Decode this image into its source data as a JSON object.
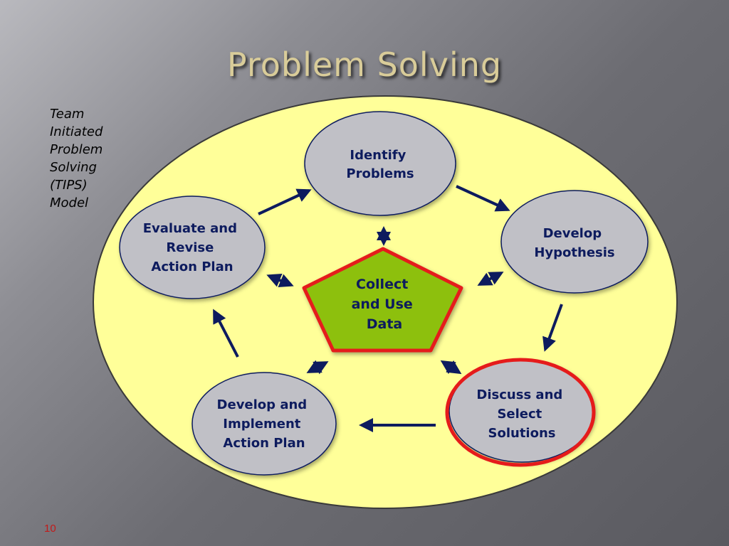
{
  "slide": {
    "title": "Problem Solving",
    "side_note": "Team\nInitiated\nProblem\nSolving\n(TIPS)\nModel",
    "page_number": "10"
  },
  "diagram": {
    "nodes": {
      "identify": [
        "Identify",
        "Problems"
      ],
      "hypothesis": [
        "Develop",
        "Hypothesis"
      ],
      "discuss": [
        "Discuss and",
        "Select",
        "Solutions"
      ],
      "implement": [
        "Develop and",
        "Implement",
        "Action Plan"
      ],
      "evaluate": [
        "Evaluate and",
        "Revise",
        "Action Plan"
      ],
      "center": [
        "Collect",
        "and Use",
        "Data"
      ]
    },
    "highlighted_node": "discuss",
    "colors": {
      "outer_ellipse": "#ffff99",
      "node_fill": "#c0c0c6",
      "center_fill": "#8dc00c",
      "center_border": "#e51b1b",
      "highlight_ring": "#e51b1b",
      "arrow": "#0d1b5e",
      "label_text": "#0d1b5e"
    }
  }
}
